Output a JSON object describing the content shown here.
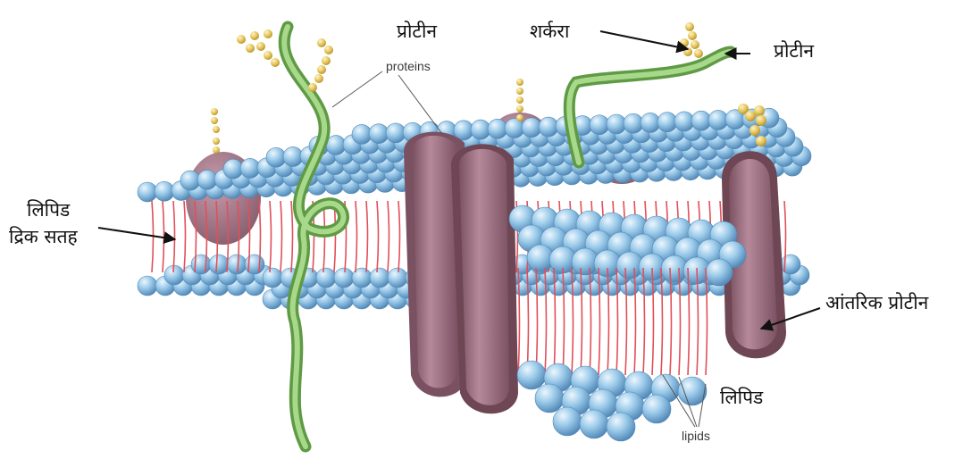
{
  "labels": {
    "protein_top_left": "प्रोटीन",
    "sugar": "शर्करा",
    "protein_top_right": "प्रोटीन",
    "lipid_bilayer_line1": "लिपिड",
    "lipid_bilayer_line2": "द्रिक सतह",
    "integral_protein": "आंतरिक प्रोटीन",
    "lipid": "लिपिड",
    "proteins_en": "proteins",
    "lipids_en": "lipids"
  },
  "colors": {
    "phospholipid_head": "#8fc3e6",
    "phospholipid_head_dark": "#4f88b8",
    "lipid_tail": "#e0505a",
    "protein": "#a0727e",
    "protein_dark": "#6e4654",
    "glyco_chain": "#8cc46a",
    "sugar_bead": "#e3c255"
  }
}
